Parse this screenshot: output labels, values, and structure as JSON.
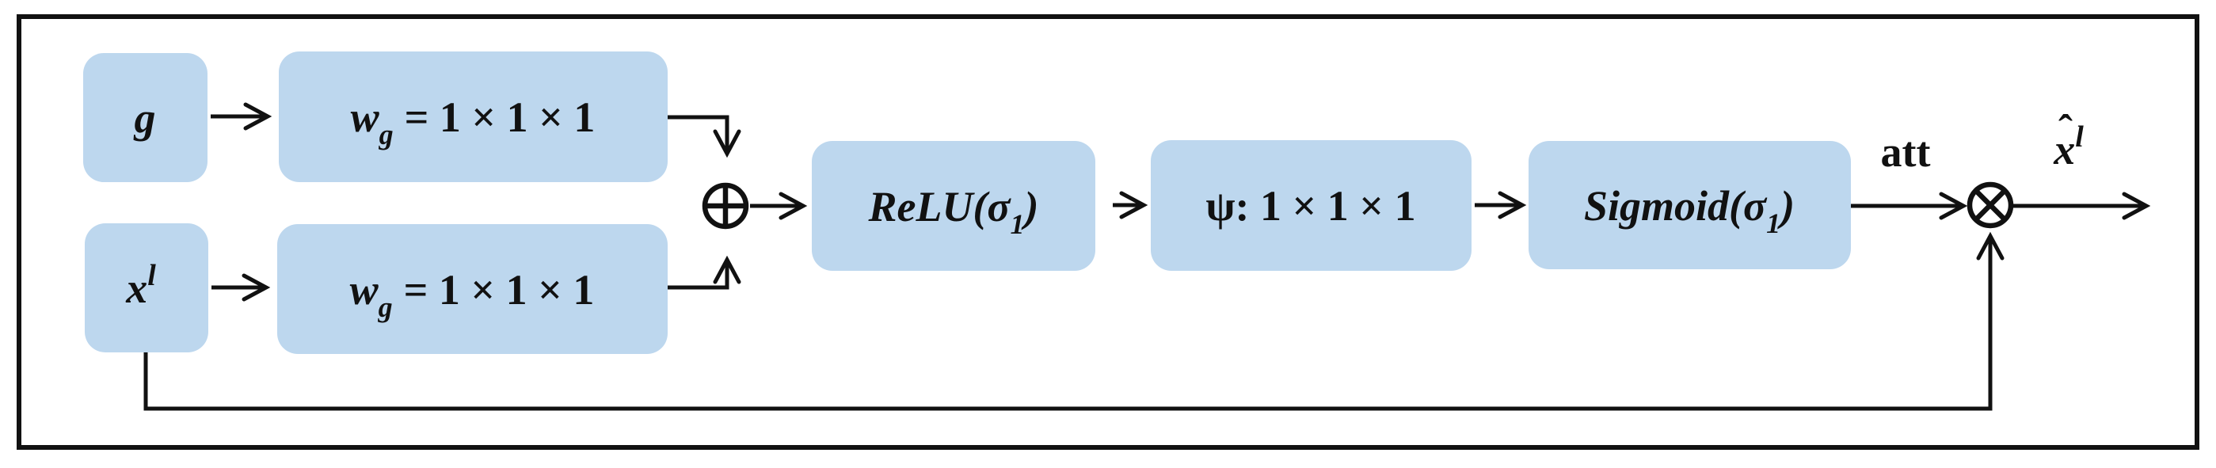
{
  "diagram": {
    "boxes": {
      "g": {
        "label": "g"
      },
      "wg_top": {
        "main": "w",
        "sub": "g",
        "rest": "= 1 × 1 × 1"
      },
      "xl": {
        "main": "x",
        "sup": "l"
      },
      "wg_bottom": {
        "main": "w",
        "sub": "g",
        "rest": "= 1 × 1 × 1"
      },
      "relu": {
        "pre": "ReLU(σ",
        "sub": "1",
        "post": ")"
      },
      "psi": {
        "label": "ψ: 1 × 1 × 1"
      },
      "sigmoid": {
        "pre": "Sigmoid(σ",
        "sub": "1",
        "post": ")"
      }
    },
    "labels": {
      "att": "att",
      "output_hat": "ˆ",
      "output_main": "x",
      "output_sup": "l"
    },
    "icons": {
      "sum_node": "circled-plus",
      "product_node": "circled-times"
    },
    "colors": {
      "box_fill": "#BDD7EE",
      "line": "#000000",
      "background": "#FFFFFF"
    }
  }
}
